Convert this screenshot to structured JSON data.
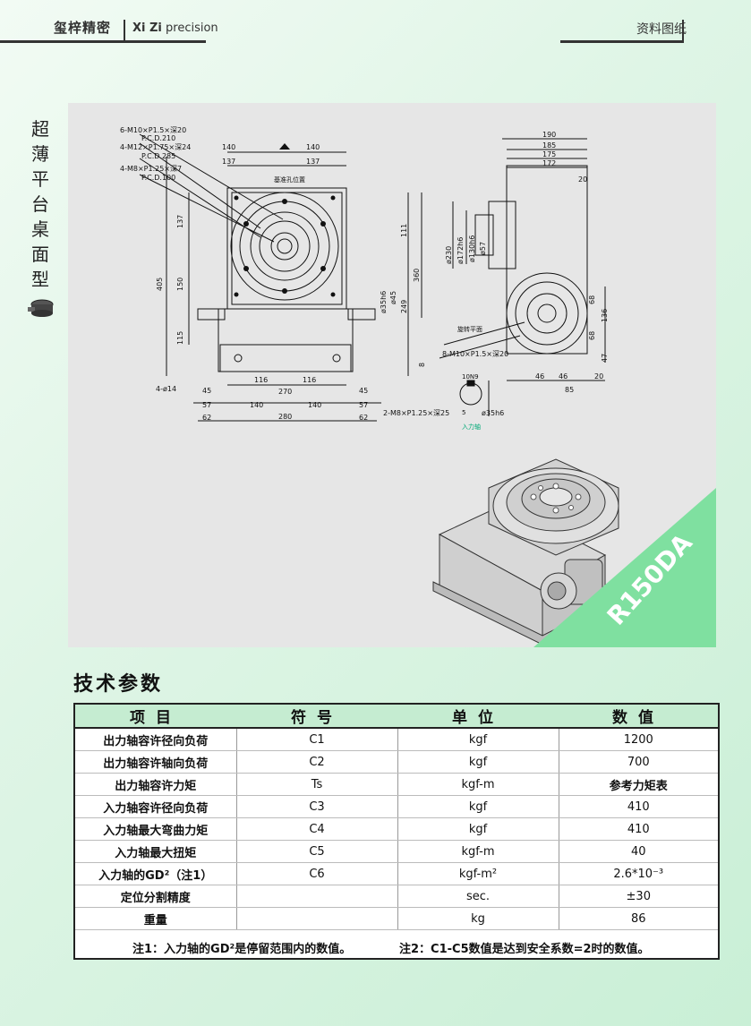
{
  "header": {
    "brand_cn": "玺梓精密",
    "brand_en_bold": "Xi Zi",
    "brand_en_rest": " precision",
    "doc_type": "资料图纸"
  },
  "side_title": [
    "超",
    "薄",
    "平",
    "台",
    "桌",
    "面",
    "型"
  ],
  "drawing": {
    "model_banner": "R150DA",
    "callouts_left": {
      "c1": "6-M10×P1.5×深20",
      "c1b": "P.C.D.210",
      "c2": "4-M12×P1.75×深24",
      "c2b": "P.C.D.285",
      "c3": "4-M8×P1.25×深7",
      "c3b": "P.C.D.100",
      "holes": "4-ø14"
    },
    "dims_top": [
      "140",
      "140",
      "137",
      "137"
    ],
    "dims_left": [
      "137",
      "405",
      "150",
      "115"
    ],
    "dims_right": [
      "111",
      "360",
      "249",
      "8"
    ],
    "dims_inner": [
      "ø35h6",
      "ø45"
    ],
    "dims_bottom": [
      "116",
      "116",
      "270",
      "140",
      "140",
      "280",
      "45",
      "45",
      "57",
      "57",
      "62",
      "62"
    ],
    "side_top": [
      "190",
      "185",
      "175",
      "172",
      "20"
    ],
    "side_left": [
      "ø230",
      "ø172h6",
      "ø130h6",
      "ø57"
    ],
    "side_right": [
      "68",
      "136",
      "68",
      "47"
    ],
    "side_bottom": [
      "46",
      "46",
      "85",
      "20"
    ],
    "side_callout": "8-M10×P1.5×深20",
    "side_label": "旋转平面",
    "top_label": "基准孔位置",
    "shaft_dims": [
      "10N9",
      "5"
    ],
    "shaft_callout": "2-M8×P1.25×深25",
    "shaft_dia": "ø35h6",
    "shaft_label": "入力轴"
  },
  "section_title": "技术参数",
  "table": {
    "headers": [
      "项目",
      "符号",
      "单位",
      "数值"
    ],
    "rows": [
      [
        "出力轴容许径向负荷",
        "C1",
        "kgf",
        "1200"
      ],
      [
        "出力轴容许轴向负荷",
        "C2",
        "kgf",
        "700"
      ],
      [
        "出力轴容许力矩",
        "Ts",
        "kgf-m",
        "参考力矩表"
      ],
      [
        "入力轴容许径向负荷",
        "C3",
        "kgf",
        "410"
      ],
      [
        "入力轴最大弯曲力矩",
        "C4",
        "kgf",
        "410"
      ],
      [
        "入力轴最大扭矩",
        "C5",
        "kgf-m",
        "40"
      ],
      [
        "入力轴的GD²（注1）",
        "C6",
        "kgf-m²",
        "2.6*10⁻³"
      ],
      [
        "定位分割精度",
        "",
        "sec.",
        "±30"
      ],
      [
        "重量",
        "",
        "kg",
        "86"
      ]
    ],
    "note1": "注1：入力轴的GD²是停留范围内的数值。",
    "note2": "注2：C1-C5数值是达到安全系数=2时的数值。"
  }
}
